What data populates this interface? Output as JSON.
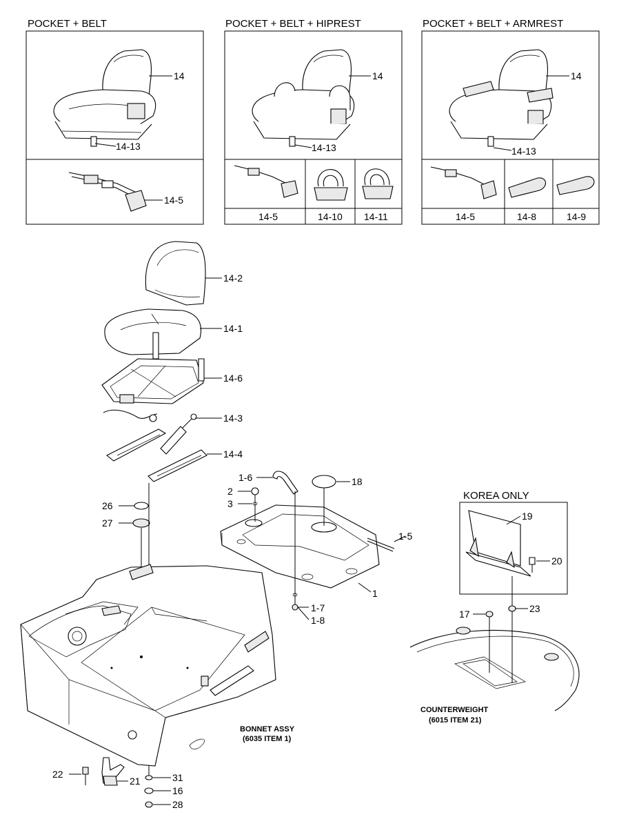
{
  "panels": {
    "p1": {
      "title": "POCKET + BELT",
      "seat": "14",
      "slide": "14-13",
      "belt": "14-5"
    },
    "p2": {
      "title": "POCKET + BELT + HIPREST",
      "seat": "14",
      "slide": "14-13",
      "cells": [
        "14-5",
        "14-10",
        "14-11"
      ]
    },
    "p3": {
      "title": "POCKET + BELT + ARMREST",
      "seat": "14",
      "slide": "14-13",
      "cells": [
        "14-5",
        "14-8",
        "14-9"
      ]
    }
  },
  "callouts": {
    "c14_2": "14-2",
    "c14_1": "14-1",
    "c14_6": "14-6",
    "c14_3": "14-3",
    "c14_4": "14-4",
    "c26": "26",
    "c27": "27",
    "c1_6": "1-6",
    "c18": "18",
    "c2": "2",
    "c3": "3",
    "c1_5": "1-5",
    "c1": "1",
    "c1_7": "1-7",
    "c1_8": "1-8",
    "c19": "19",
    "c20": "20",
    "c17": "17",
    "c23": "23",
    "c22": "22",
    "c21": "21",
    "c31": "31",
    "c16": "16",
    "c28": "28"
  },
  "korea": {
    "title": "KOREA ONLY"
  },
  "bonnet": {
    "line1": "BONNET ASSY",
    "line2": "(6035 ITEM 1)"
  },
  "counterweight": {
    "line1": "COUNTERWEIGHT",
    "line2": "(6015 ITEM 21)"
  }
}
